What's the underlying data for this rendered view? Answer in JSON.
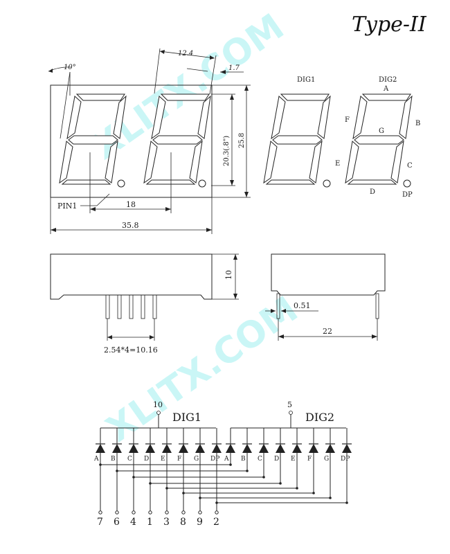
{
  "title": "Type-II",
  "watermark": "XLITX.COM",
  "front_view": {
    "angle": "10°",
    "digit_width": "12.4",
    "dp_offset": "1.7",
    "digit_height": "20.3(.8\")",
    "body_height": "25.8",
    "pin1": "PIN1",
    "pin_span": "18",
    "body_width": "35.8"
  },
  "segment_legend": {
    "dig1": "DIG1",
    "dig2": "DIG2",
    "a": "A",
    "b": "B",
    "c": "C",
    "d": "D",
    "e": "E",
    "f": "F",
    "g": "G",
    "dp": "DP"
  },
  "side_view": {
    "thickness": "10",
    "pin_pitch": "2.54*4=10.16",
    "pin_diameter": "0.51",
    "depth": "22"
  },
  "circuit": {
    "dig1_label": "DIG1",
    "dig2_label": "DIG2",
    "common_pin_1": "10",
    "common_pin_2": "5",
    "segments": [
      "A",
      "B",
      "C",
      "D",
      "E",
      "F",
      "G",
      "DP"
    ],
    "pin_numbers": [
      "7",
      "6",
      "4",
      "1",
      "3",
      "8",
      "9",
      "2"
    ]
  }
}
